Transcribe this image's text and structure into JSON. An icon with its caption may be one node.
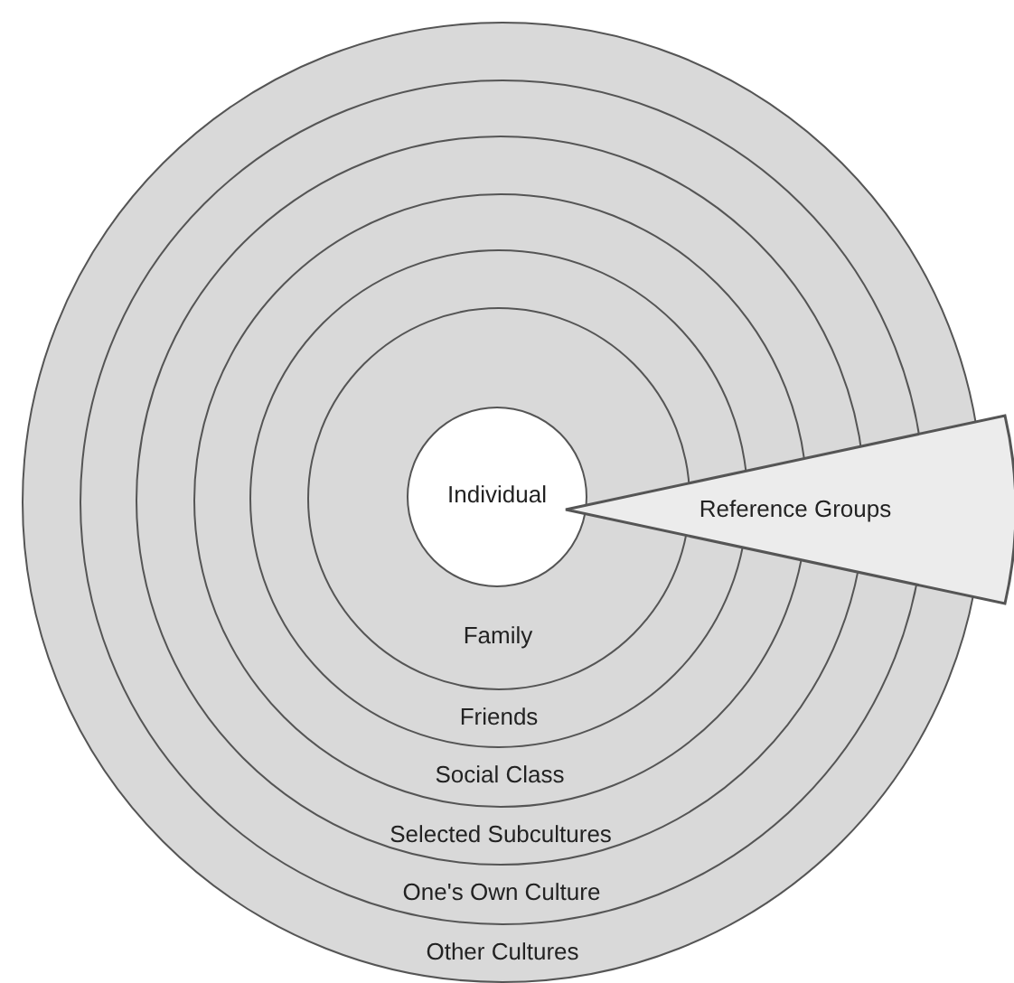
{
  "diagram": {
    "nodes": [
      {
        "text": [
          "Other Cultures"
        ]
      },
      {
        "text": [
          "One's Own Culture"
        ],
        "in": 0
      },
      {
        "text": [
          "Selected Subcultures"
        ],
        "in": 1
      },
      {
        "text": [
          "Social Class"
        ],
        "in": 2
      },
      {
        "text": [
          "Friends"
        ],
        "in": 3
      },
      {
        "text": [
          "Family"
        ],
        "in": 4
      },
      {
        "text": [
          "Individual"
        ],
        "in": 5
      },
      {
        "text": [
          "Reference Groups"
        ]
      }
    ]
  }
}
